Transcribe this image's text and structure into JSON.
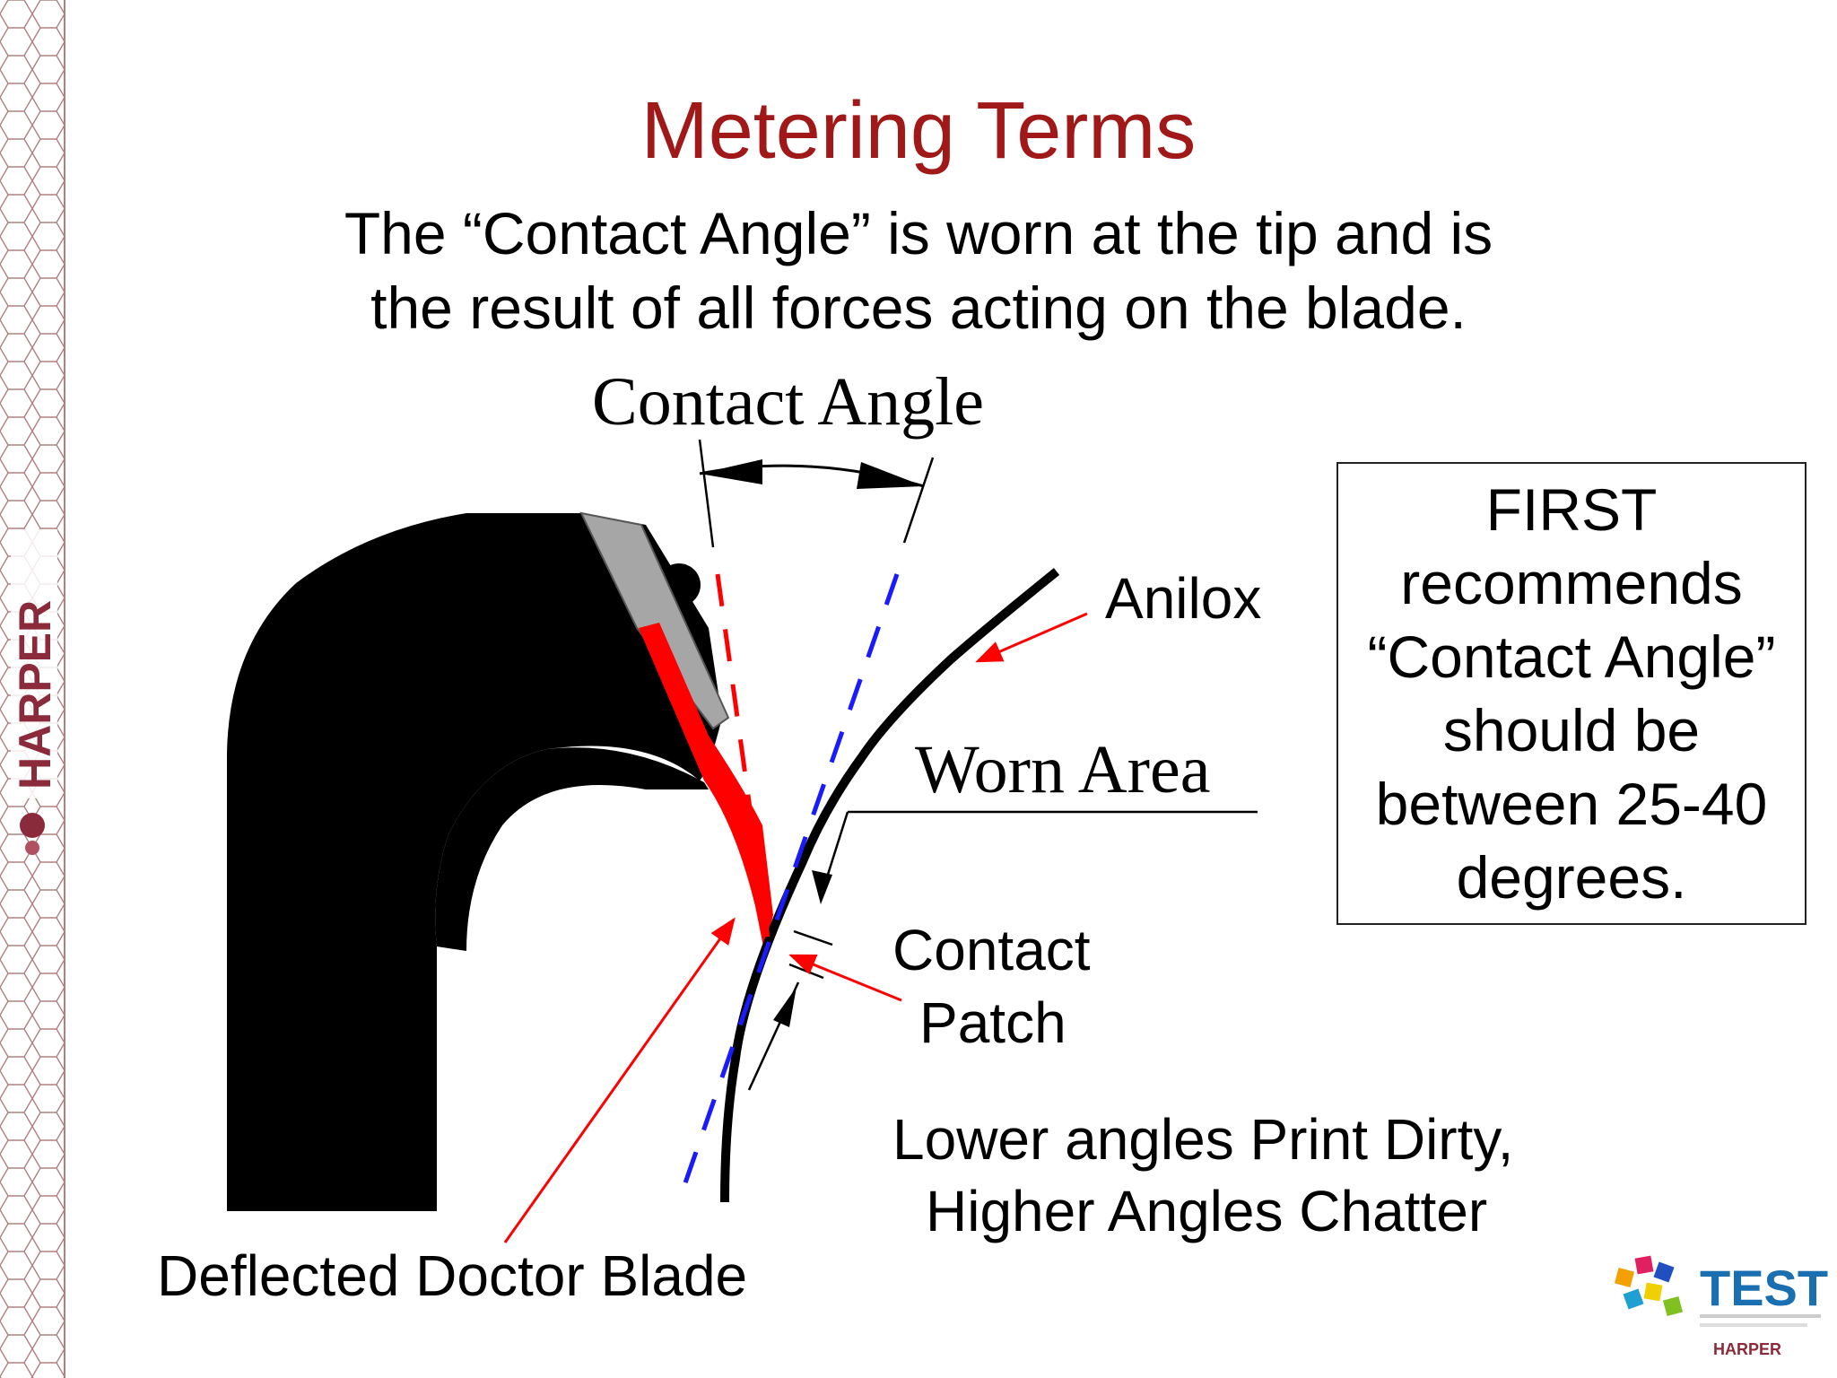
{
  "slide": {
    "title": "Metering Terms",
    "subtitle_line1": "The “Contact Angle” is worn at the tip and is",
    "subtitle_line2": "the result of all forces acting on the blade."
  },
  "diagram": {
    "contact_angle_label": "Contact Angle",
    "anilox_label": "Anilox",
    "worn_area_label": "Worn Area",
    "contact_patch_line1": "Contact",
    "contact_patch_line2": "Patch",
    "doctor_blade_label": "Deflected Doctor Blade",
    "note_line1": "Lower angles Print Dirty,",
    "note_line2": "Higher Angles Chatter"
  },
  "recommendation_box": {
    "lines": [
      "FIRST",
      "recommends",
      "“Contact Angle”",
      "should be",
      "between 25-40",
      "degrees."
    ]
  },
  "logos": {
    "sidebar_brand": "HARPER",
    "test_logo_text": "TEST",
    "test_logo_sub": "HARPER"
  },
  "colors": {
    "title": "#a01818",
    "blade_red": "#ff0000",
    "blue_dash": "#1a1aff",
    "hex_pattern": "#b08080",
    "brand_maroon": "#8a2a3a"
  }
}
